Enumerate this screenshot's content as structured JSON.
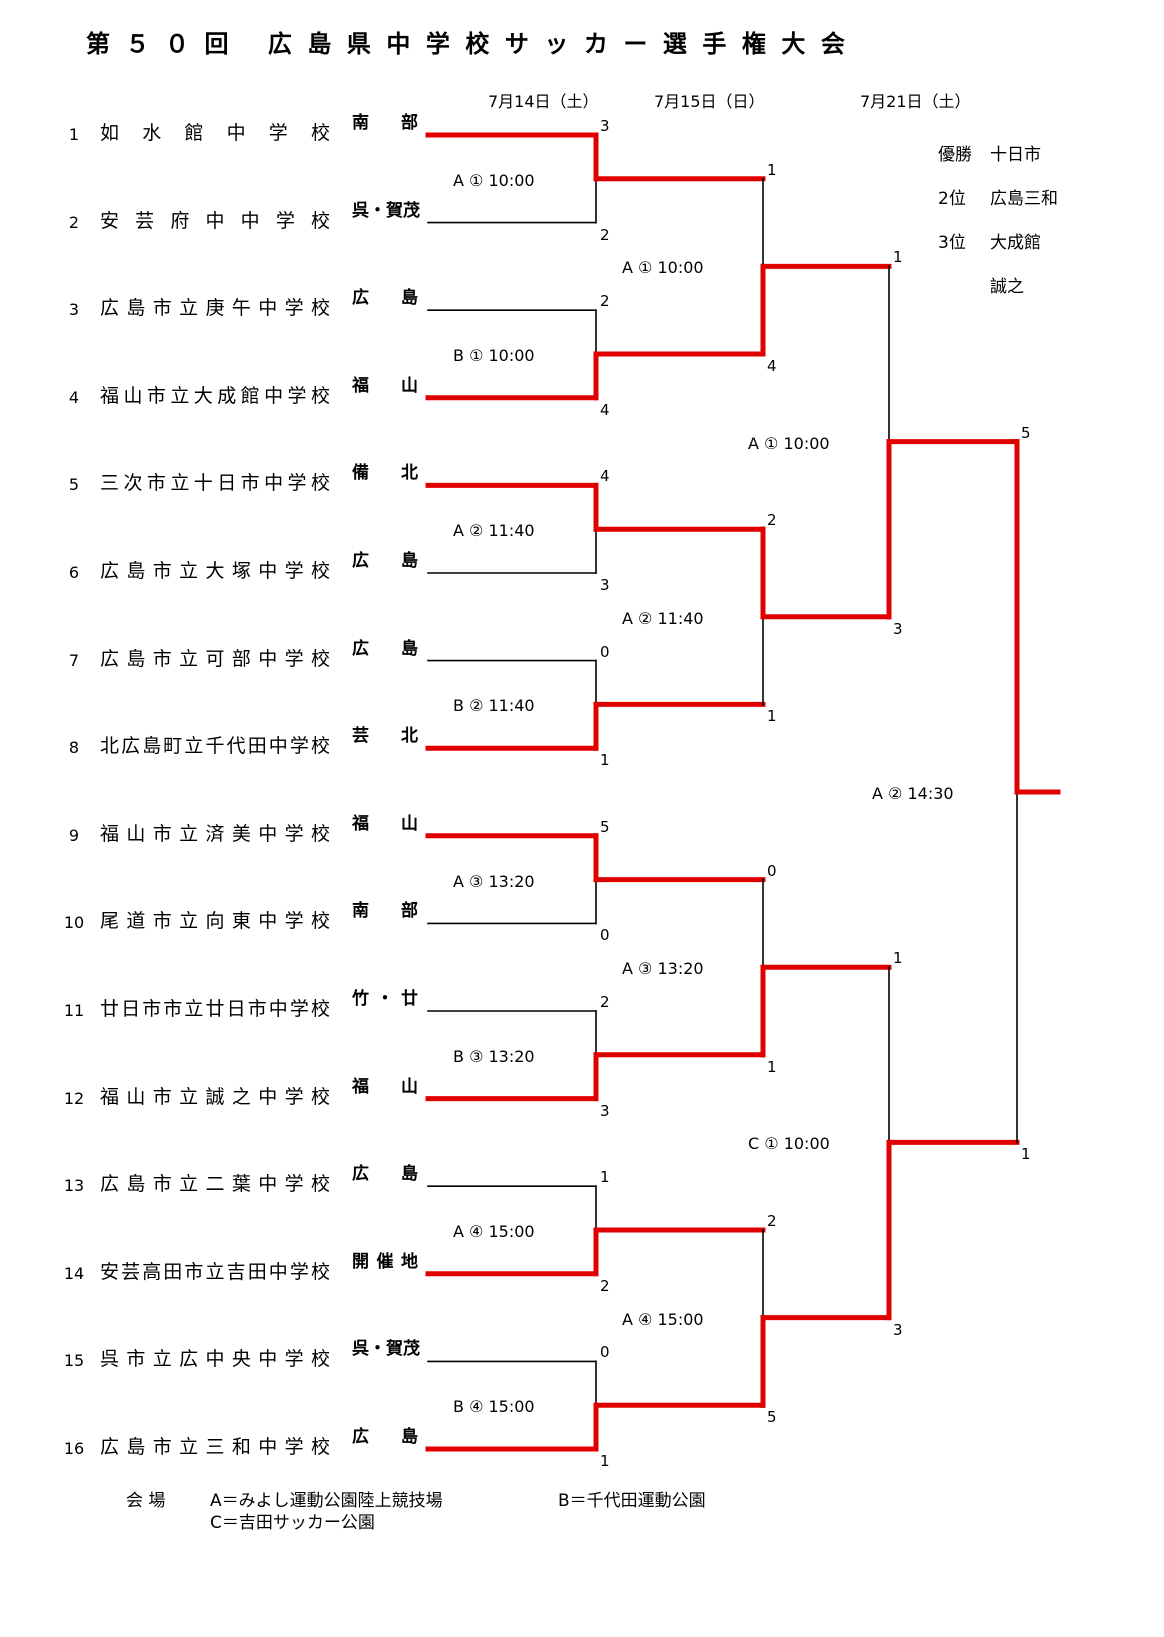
{
  "title": "第５０回 広島県中学校サッカー選手権大会",
  "dates": [
    "7月14日（土）",
    "7月15日（日）",
    "7月21日（土）"
  ],
  "teams": [
    {
      "no": "1",
      "school": "如水館中学校",
      "region": "南部"
    },
    {
      "no": "2",
      "school": "安芸府中中学校",
      "region": "呉・賀茂"
    },
    {
      "no": "3",
      "school": "広島市立庚午中学校",
      "region": "広島"
    },
    {
      "no": "4",
      "school": "福山市立大成館中学校",
      "region": "福山"
    },
    {
      "no": "5",
      "school": "三次市立十日市中学校",
      "region": "備北"
    },
    {
      "no": "6",
      "school": "広島市立大塚中学校",
      "region": "広島"
    },
    {
      "no": "7",
      "school": "広島市立可部中学校",
      "region": "広島"
    },
    {
      "no": "8",
      "school": "北広島町立千代田中学校",
      "region": "芸北"
    },
    {
      "no": "9",
      "school": "福山市立済美中学校",
      "region": "福山"
    },
    {
      "no": "10",
      "school": "尾道市立向東中学校",
      "region": "南部"
    },
    {
      "no": "11",
      "school": "廿日市市立廿日市中学校",
      "region": "竹・廿"
    },
    {
      "no": "12",
      "school": "福山市立誠之中学校",
      "region": "福山"
    },
    {
      "no": "13",
      "school": "広島市立二葉中学校",
      "region": "広島"
    },
    {
      "no": "14",
      "school": "安芸高田市立吉田中学校",
      "region": "開催地"
    },
    {
      "no": "15",
      "school": "呉市立広中央中学校",
      "region": "呉・賀茂"
    },
    {
      "no": "16",
      "school": "広島市立三和中学校",
      "region": "広島"
    }
  ],
  "round1": [
    {
      "label": "A ① 10:00",
      "scores": [
        "3",
        "2"
      ],
      "winner": 0
    },
    {
      "label": "B ① 10:00",
      "scores": [
        "2",
        "4"
      ],
      "winner": 1
    },
    {
      "label": "A ② 11:40",
      "scores": [
        "4",
        "3"
      ],
      "winner": 0
    },
    {
      "label": "B ② 11:40",
      "scores": [
        "0",
        "1"
      ],
      "winner": 1
    },
    {
      "label": "A ③ 13:20",
      "scores": [
        "5",
        "0"
      ],
      "winner": 0
    },
    {
      "label": "B ③ 13:20",
      "scores": [
        "2",
        "3"
      ],
      "winner": 1
    },
    {
      "label": "A ④ 15:00",
      "scores": [
        "1",
        "2"
      ],
      "winner": 1
    },
    {
      "label": "B ④ 15:00",
      "scores": [
        "0",
        "1"
      ],
      "winner": 1
    }
  ],
  "round2": [
    {
      "label": "A ① 10:00",
      "scores": [
        "1",
        "4"
      ],
      "winner": 1
    },
    {
      "label": "A ② 11:40",
      "scores": [
        "2",
        "1"
      ],
      "winner": 0
    },
    {
      "label": "A ③ 13:20",
      "scores": [
        "0",
        "1"
      ],
      "winner": 1
    },
    {
      "label": "A ④ 15:00",
      "scores": [
        "2",
        "5"
      ],
      "winner": 1
    }
  ],
  "round3": [
    {
      "label": "A ① 10:00",
      "scores": [
        "1",
        "3"
      ],
      "winner": 1
    },
    {
      "label": "C ① 10:00",
      "scores": [
        "1",
        "3"
      ],
      "winner": 1
    }
  ],
  "final": {
    "label": "A ② 14:30",
    "scores": [
      "5",
      "1"
    ],
    "winner": 0
  },
  "results": [
    {
      "rank": "優勝",
      "team": "十日市"
    },
    {
      "rank": "2位",
      "team": "広島三和"
    },
    {
      "rank": "3位",
      "team": "大成館"
    },
    {
      "rank": "",
      "team": "誠之"
    }
  ],
  "venues": {
    "label": "会 場",
    "a": "A＝みよし運動公園陸上競技場",
    "b": "B＝千代田運動公園",
    "c": "C＝吉田サッカー公園"
  }
}
